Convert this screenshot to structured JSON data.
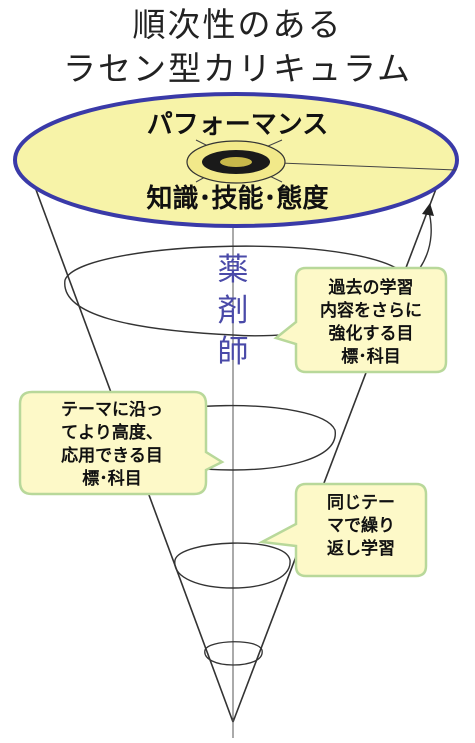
{
  "title": {
    "line1": "順次性のある",
    "line2": "ラセン型カリキュラム"
  },
  "disk": {
    "top_label": "パフォーマンス",
    "bottom_label": "知識･技能･態度"
  },
  "role_label": [
    "薬",
    "剤",
    "師"
  ],
  "callouts": [
    {
      "lines": [
        "過去の学習",
        "内容をさらに",
        "強化する目",
        "標･科目"
      ]
    },
    {
      "lines": [
        "テーマに沿っ",
        "てより高度、",
        "応用できる目",
        "標･科目"
      ]
    },
    {
      "lines": [
        "同じテー",
        "マで繰り",
        "返し学習"
      ]
    }
  ],
  "colors": {
    "disk_fill": "#f7f3a8",
    "disk_border": "#3a3aa8",
    "callout_fill": "#fdf9c8",
    "callout_border": "#b8d89a",
    "role_text": "#4a4aa8"
  }
}
